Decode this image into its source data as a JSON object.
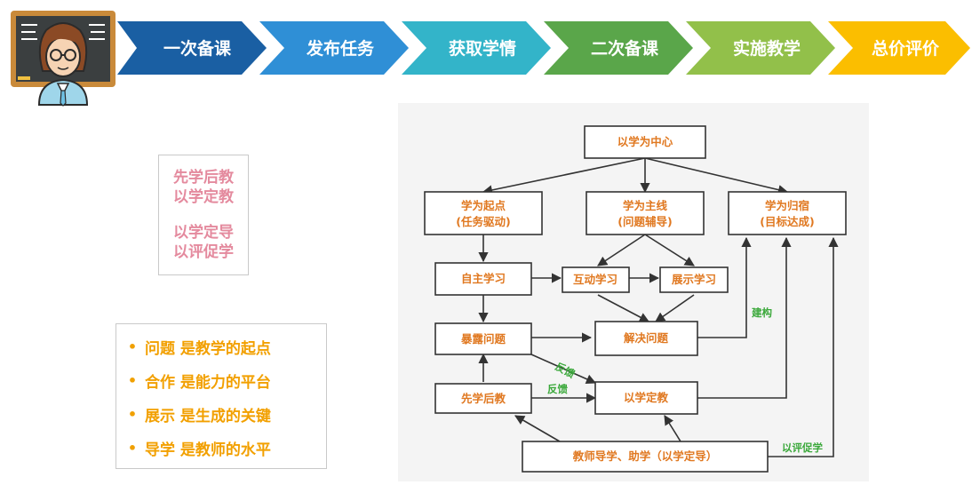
{
  "steps": [
    "一次备课",
    "发布任务",
    "获取学情",
    "二次备课",
    "实施教学",
    "总价评价"
  ],
  "colors": {
    "step1": "#1a5fa3",
    "step2": "#2f8fd6",
    "step3": "#33b4c9",
    "step4": "#5aa64a",
    "step5": "#92c04a",
    "step6": "#fbbe00",
    "principles": "#e48a9e",
    "bullets": "#f2a000",
    "node_text": "#e07820",
    "edge_label": "#3aa83a"
  },
  "principles": {
    "line1": "先学后教",
    "line2": "以学定教",
    "line3": "以学定导",
    "line4": "以评促学"
  },
  "bullets": [
    "问题 是教学的起点",
    "合作 是能力的平台",
    "展示 是生成的关键",
    "导学 是教师的水平"
  ],
  "flow": {
    "center": "以学为中心",
    "start_l1": "学为起点",
    "start_l2": "(任务驱动)",
    "main_l1": "学为主线",
    "main_l2": "(问题辅导)",
    "goal_l1": "学为归宿",
    "goal_l2": "(目标达成)",
    "self_study": "自主学习",
    "interact": "互动学习",
    "show": "展示学习",
    "expose": "暴露问题",
    "solve": "解决问题",
    "learn_first": "先学后教",
    "teach_by_learn": "以学定教",
    "guide": "教师导学、助学（以学定导）",
    "label_build": "建构",
    "label_feedback1": "反馈",
    "label_feedback2": "反馈",
    "label_eval": "以评促学"
  }
}
